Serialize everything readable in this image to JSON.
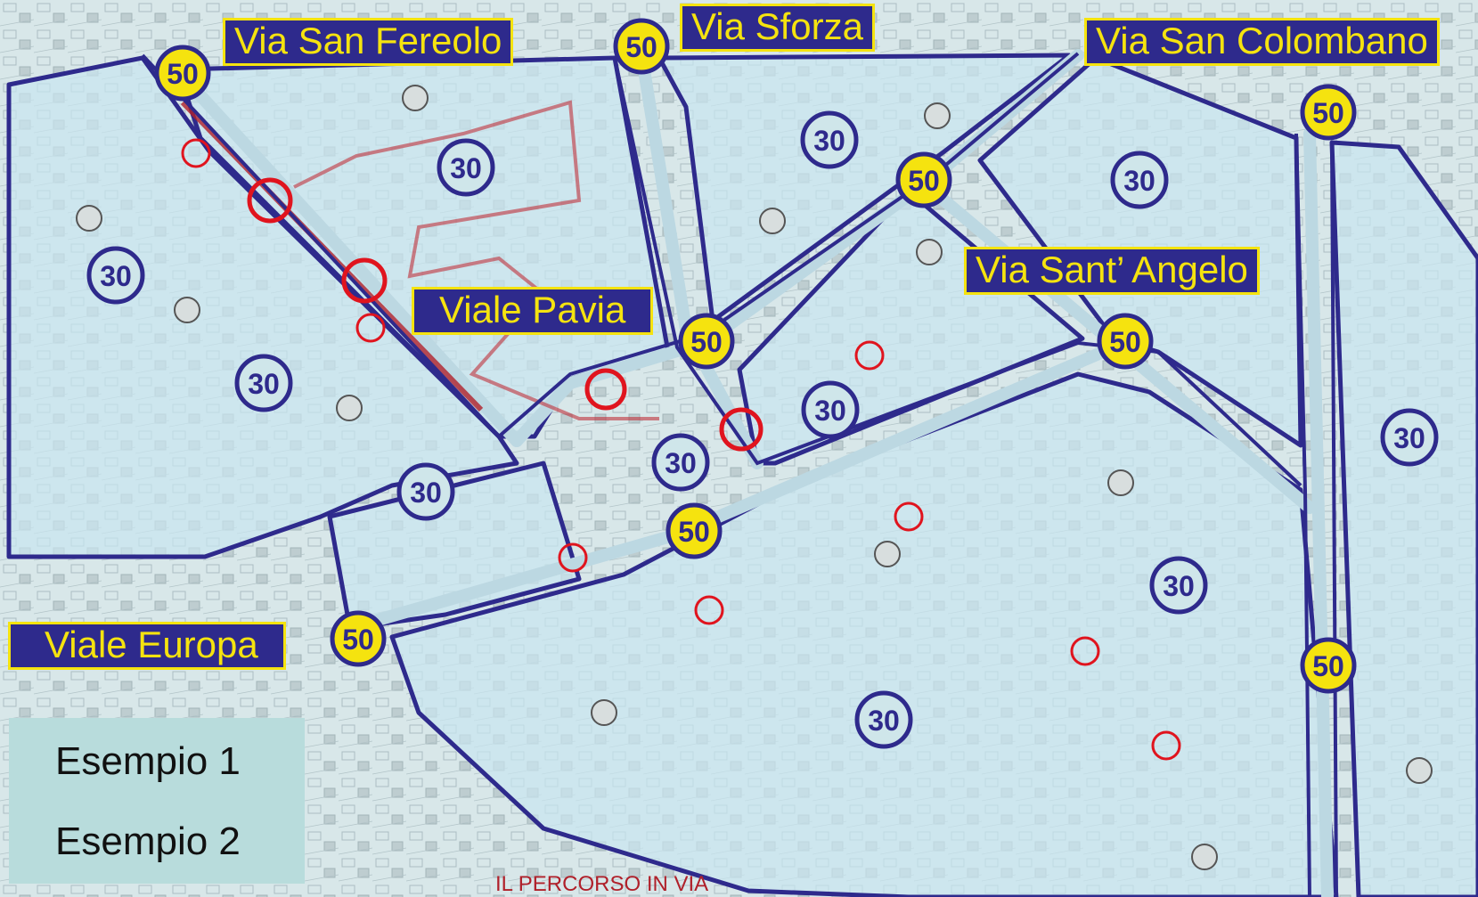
{
  "streets": {
    "san_fereolo": "Via San Fereolo",
    "sforza": "Via Sforza",
    "san_colombano": "Via San Colombano",
    "sant_angelo": "Via Sant’ Angelo",
    "pavia": "Viale Pavia",
    "europa": "Viale Europa"
  },
  "speed_limits": {
    "main_roads": "50",
    "zones": "30"
  },
  "legend": {
    "example_1": "Esempio 1",
    "example_2": "Esempio 2"
  },
  "map_text": {
    "route_caption": "IL PERCORSO IN VIA"
  },
  "colors": {
    "boundary": "#2e2a8c",
    "label_text": "#f5e30f",
    "zone_fill": "#cfe6ea",
    "marker": "#e0141e",
    "legend_bg": "#b8dcdc"
  }
}
